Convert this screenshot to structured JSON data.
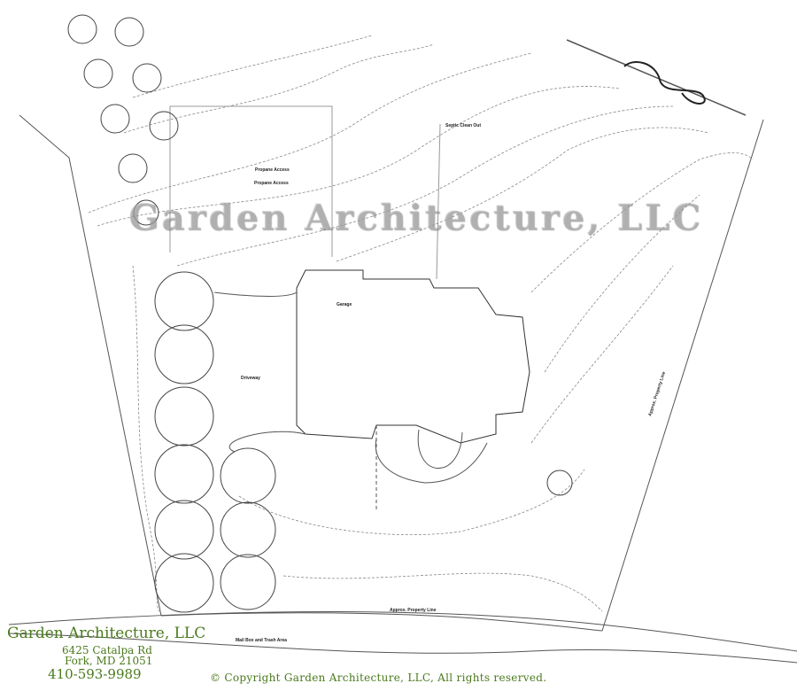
{
  "watermark": "Garden Architecture, LLC",
  "footer": {
    "company": "Garden Architecture, LLC",
    "street": "6425 Catalpa Rd",
    "city": "Fork, MD 21051",
    "phone": "410-593-9989",
    "copyright": "© Copyright Garden Architecture, LLC, All rights reserved."
  },
  "plan_labels": {
    "propane_1": "Propane Access",
    "propane_2": "Propane Access",
    "septic": "Septic Clean Out",
    "driveway": "Driveway",
    "property_line": "Approx. Property Line",
    "mailbox": "Mail Box and Trash Area",
    "garage": "Garage",
    "right_property_line": "Approx. Property Line"
  },
  "colors": {
    "brand_green": "#4a7a1c"
  }
}
